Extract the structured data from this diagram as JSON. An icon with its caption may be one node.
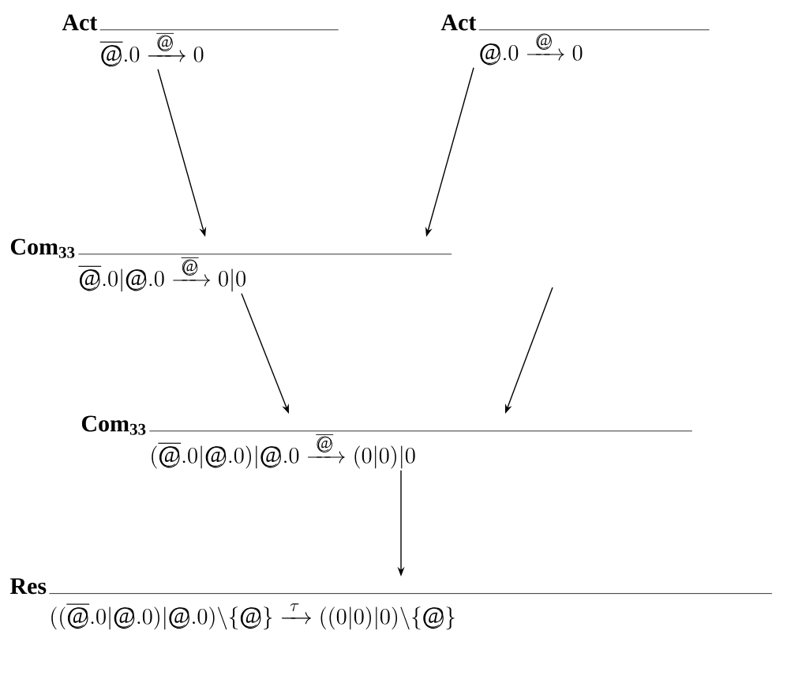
{
  "diagram": {
    "nodes": [
      {
        "text": [
          "Act",
          "\\overline{\\text{\\textcircled{@}}}.0 \\xrightarrow{\\;\\overline{\\text{\\textcircled{@}}}\\;} 0"
        ]
      },
      {
        "text": [
          "Act",
          "\\text{\\textcircled{@}}.0 \\xrightarrow{\\;\\text{\\textcircled{@}}\\;} 0"
        ]
      },
      {
        "text": [
          "Com$_{33}$",
          "\\overline{\\text{\\textcircled{@}}}.0| \\text{\\textcircled{@}}.0 \\xrightarrow{\\;\\overline{\\text{\\textcircled{@}}}\\;} 0|0"
        ]
      },
      {
        "text": [
          "Com$_{33}$",
          "(\\overline{\\text{\\textcircled{@}}}.0| \\text{\\textcircled{@}}.0)| \\text{\\textcircled{@}}.0 \\xrightarrow{\\;\\overline{\\text{\\textcircled{@}}}\\;} (0|0)|0"
        ]
      },
      {
        "text": [
          "Res",
          "((\\overline{\\text{\\textcircled{@}}}.0|\\text{\\textcircled{@}}.0)|\\text{\\textcircled{@}}.0)\\backslash\\{\\text{\\textcircled{@}}\\} \\xrightarrow{\\;\\tau\\;} ((0|0)|0)\\backslash\\{\\text{\\textcircled{@}}\\}"
        ]
      }
    ],
    "edges": [
      {
        "from": 0,
        "to": 2,
        "arrow": "to"
      },
      {
        "from": 1,
        "to": 2,
        "arrow": "to"
      },
      {
        "from": 2,
        "to": 3,
        "arrow": "to"
      },
      {
        "from": null,
        "to": 3,
        "arrow": "to"
      },
      {
        "from": 3,
        "to": 4,
        "arrow": "to"
      }
    ]
  }
}
